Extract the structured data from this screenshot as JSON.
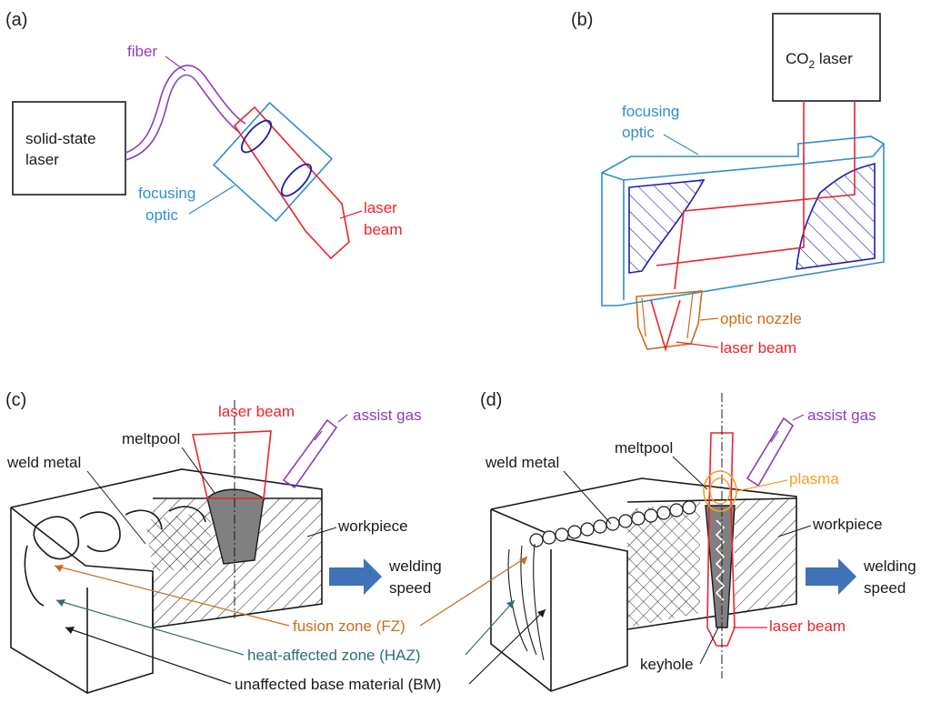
{
  "colors": {
    "black": "#1a1a1a",
    "red": "#e8262c",
    "blue": "#2f8fc9",
    "darkblue": "#1f1fae",
    "purple": "#8a3fb8",
    "orange": "#c86e1a",
    "teal": "#2f6f6f",
    "arrow": "#3f72b6",
    "hatch_gray": "#7a7a7a"
  },
  "panel_a": {
    "label": "(a)",
    "laser_box": "solid-state laser",
    "laser_line1": "solid-state",
    "laser_line2": "laser",
    "fiber": "fiber",
    "focusing_line1": "focusing",
    "focusing_line2": "optic",
    "beam_line1": "laser",
    "beam_line2": "beam"
  },
  "panel_b": {
    "label": "(b)",
    "co2_prefix": "CO",
    "co2_sub": "2",
    "co2_suffix": " laser",
    "focusing_line1": "focusing",
    "focusing_line2": "optic",
    "nozzle": "optic nozzle",
    "beam": "laser beam"
  },
  "panel_c": {
    "label": "(c)",
    "laser_beam": "laser beam",
    "assist_gas": "assist gas",
    "meltpool": "meltpool",
    "weld_metal": "weld metal",
    "workpiece": "workpiece",
    "speed_line1": "welding",
    "speed_line2": "speed"
  },
  "panel_d": {
    "label": "(d)",
    "assist_gas": "assist gas",
    "meltpool": "meltpool",
    "weld_metal": "weld metal",
    "plasma": "plasma",
    "workpiece": "workpiece",
    "speed_line1": "welding",
    "speed_line2": "speed",
    "laser_beam": "laser beam",
    "keyhole": "keyhole"
  },
  "shared": {
    "fusion_zone": "fusion zone (FZ)",
    "haz": "heat-affected zone (HAZ)",
    "base_material": "unaffected base material (BM)"
  }
}
